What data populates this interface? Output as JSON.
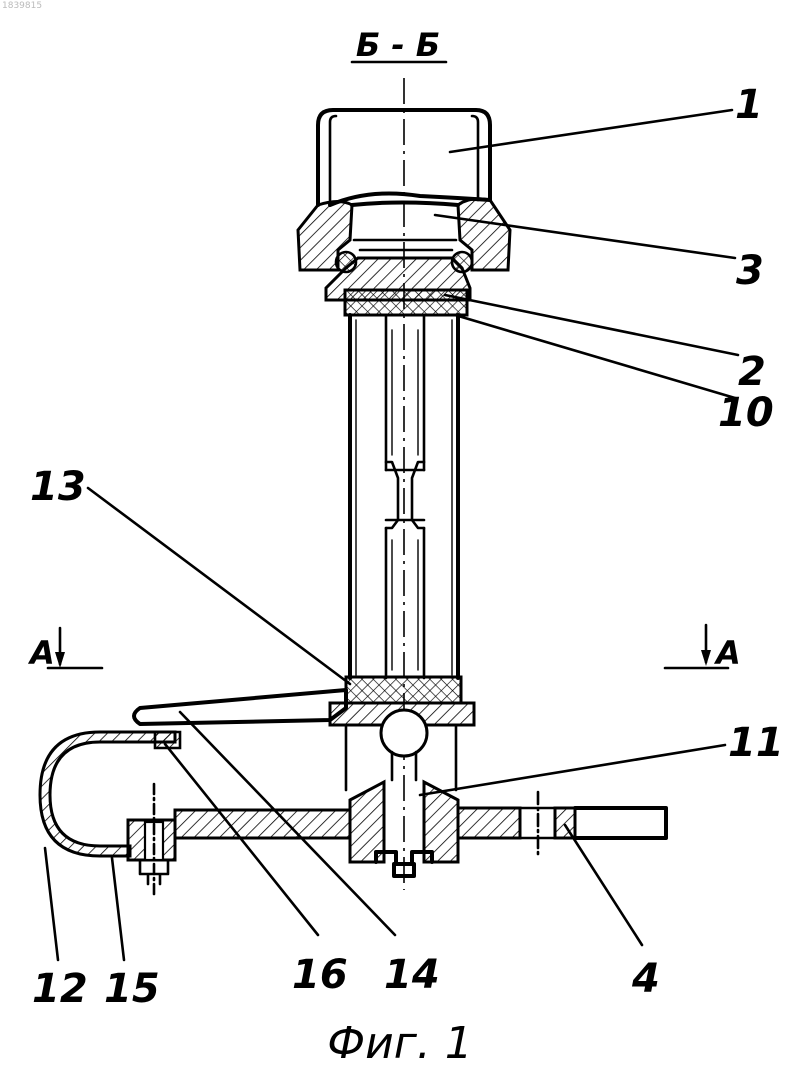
{
  "figure": {
    "doc_number": "1839815",
    "section_label": "Б - Б",
    "caption": "Фиг. 1",
    "cut_marker_left": "А",
    "cut_marker_right": "А"
  },
  "labels": {
    "l1": "1",
    "l2": "2",
    "l3": "3",
    "l4": "4",
    "l10": "10",
    "l11": "11",
    "l12": "12",
    "l13": "13",
    "l14": "14",
    "l15": "15",
    "l16": "16"
  },
  "colors": {
    "ink": "#000000",
    "paper": "#ffffff"
  }
}
